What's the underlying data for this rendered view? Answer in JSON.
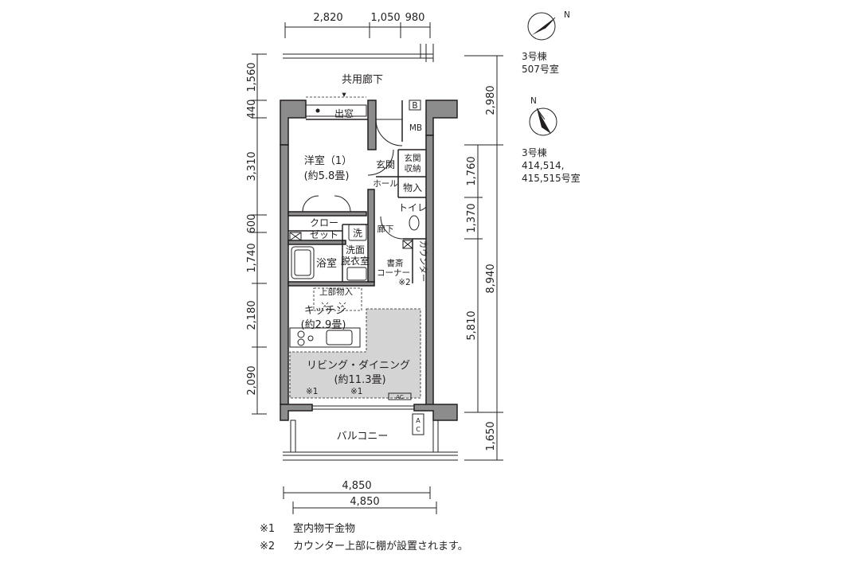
{
  "dimensions": {
    "top": [
      "2,820",
      "1,050",
      "980"
    ],
    "left": [
      "1,560",
      "440",
      "3,310",
      "600",
      "1,740",
      "2,180",
      "2,090"
    ],
    "right_outer": [
      "2,980",
      "8,940",
      "1,650"
    ],
    "right_inner": [
      "1,760",
      "1,370",
      "5,810"
    ],
    "bottom": [
      "4,850",
      "4,850"
    ]
  },
  "rooms": {
    "corridor": "共用廊下",
    "window": "出窓",
    "bedroom": "洋室（1）",
    "bedroom_size": "(約5.8畳)",
    "mb": "MB",
    "b": "B",
    "entrance": "玄関",
    "hall": "ホール",
    "shoe1": "玄関",
    "shoe2": "収納",
    "storage": "物入",
    "toilet": "トイレ",
    "closet1": "クロー",
    "closet2": "ゼット",
    "wash": "洗",
    "hallway": "廊下",
    "bath": "浴室",
    "washroom1": "洗面",
    "washroom2": "脱衣室",
    "study1": "書斎",
    "study2": "コーナー",
    "study_note": "※2",
    "counter": "カウンター",
    "upper_storage": "上部物入",
    "kitchen": "キッチン",
    "kitchen_size": "(約2.9畳)",
    "living": "リビング・ダイニング",
    "living_size": "(約11.3畳)",
    "mark1": "※1",
    "mark2": "※1",
    "ac": "AC",
    "ac_balcony1": "A",
    "ac_balcony2": "C",
    "balcony": "バルコニー"
  },
  "orientation": [
    {
      "label": "N",
      "caption_line1": "3号棟",
      "caption_line2": "507号室",
      "caption_line3": ""
    },
    {
      "label": "N",
      "caption_line1": "3号棟",
      "caption_line2": "414,514,",
      "caption_line3": "415,515号室"
    }
  ],
  "notes": [
    {
      "mark": "※1",
      "text": "室内物干金物"
    },
    {
      "mark": "※2",
      "text": "カウンター上部に棚が設置されます。"
    }
  ]
}
